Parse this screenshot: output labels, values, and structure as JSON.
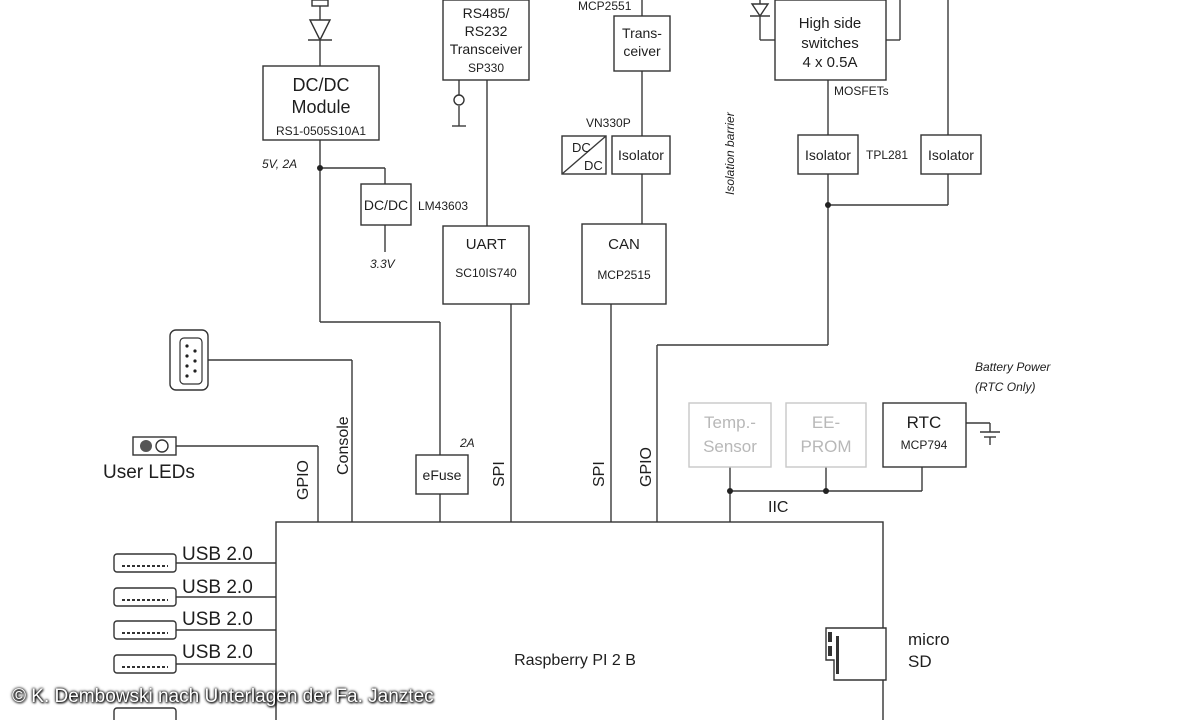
{
  "blocks": {
    "dcdc_module": {
      "line1": "DC/DC",
      "line2": "Module",
      "part": "RS1-0505S10A1"
    },
    "rs485": {
      "line1": "RS485/",
      "line2": "RS232",
      "line3": "Transceiver",
      "part": "SP330"
    },
    "transceiver_can": {
      "line1": "Trans-",
      "line2": "ceiver",
      "part": "MCP2551"
    },
    "high_side": {
      "line1": "High side",
      "line2": "switches",
      "line3": "4 x 0.5A",
      "part": "MOSFETs"
    },
    "isolator_can": {
      "label": "Isolator",
      "dcdc_top": "DC",
      "dcdc_bottom": "DC",
      "part": "VN330P"
    },
    "isolator_a": {
      "label": "Isolator"
    },
    "isolator_b": {
      "label": "Isolator"
    },
    "isolator_part": "TPL281",
    "dcdc_small": {
      "label": "DC/DC",
      "part": "LM43603"
    },
    "uart": {
      "line1": "UART",
      "line2": "SC10IS740"
    },
    "can": {
      "line1": "CAN",
      "line2": "MCP2515"
    },
    "efuse": {
      "label": "eFuse",
      "rating": "2A"
    },
    "temp_sensor": {
      "line1": "Temp.-",
      "line2": "Sensor"
    },
    "eeprom": {
      "line1": "EE-",
      "line2": "PROM"
    },
    "rtc": {
      "line1": "RTC",
      "line2": "MCP794"
    },
    "raspberry": {
      "label": "Raspberry PI 2 B"
    },
    "microsd": {
      "line1": "micro",
      "line2": "SD"
    }
  },
  "labels": {
    "v5": "5V, 2A",
    "v33": "3.3V",
    "isolation": "Isolation barrier",
    "battery_line1": "Battery Power",
    "battery_line2": "(RTC Only)",
    "user_leds": "User LEDs",
    "gpio_left": "GPIO",
    "console": "Console",
    "spi1": "SPI",
    "spi2": "SPI",
    "gpio_right": "GPIO",
    "iic": "IIC",
    "usb": [
      "USB 2.0",
      "USB 2.0",
      "USB 2.0",
      "USB 2.0"
    ]
  },
  "credit": "© K. Dembowski nach Unterlagen der Fa. Janztec",
  "colors": {
    "line": "#3a3a3a",
    "faded": "#b8b8b8"
  }
}
